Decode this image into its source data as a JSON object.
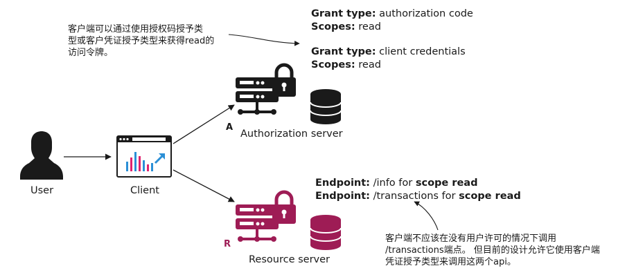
{
  "note_top": {
    "lines": [
      "客户端可以通过使用授权码授予类",
      "型或客户凭证授予类型来获得read的",
      "访问令牌。"
    ]
  },
  "grants": [
    {
      "type_label": "Grant type:",
      "type_value": " authorization code",
      "scopes_label": "Scopes:",
      "scopes_value": " read"
    },
    {
      "type_label": "Grant type:",
      "type_value": " client credentials",
      "scopes_label": "Scopes:",
      "scopes_value": " read"
    }
  ],
  "nodes": {
    "user": "User",
    "client": "Client",
    "auth_server": "Authorization server",
    "auth_letter": "A",
    "resource_server": "Resource server",
    "resource_letter": "R"
  },
  "endpoints": [
    {
      "label": "Endpoint:",
      "path": " /info for ",
      "scope": "scope read"
    },
    {
      "label": "Endpoint:",
      "path": " /transactions for ",
      "scope": "scope read"
    }
  ],
  "note_bottom": {
    "lines": [
      "客户端不应该在没有用户许可的情况下调用",
      "/transactions端点。 但目前的设计允许它使用客户端",
      "凭证授予类型来调用这两个api。"
    ]
  },
  "icons": {
    "user": "user-silhouette-icon",
    "client": "browser-chart-icon",
    "auth_server": "server-lock-icon",
    "auth_db": "database-icon",
    "resource_server": "server-lock-icon",
    "resource_db": "database-icon"
  },
  "colors": {
    "dark": "#1a1a1a",
    "resource": "#9e1c55",
    "chart_blue": "#2b8fd6",
    "chart_pink": "#e0236f"
  }
}
